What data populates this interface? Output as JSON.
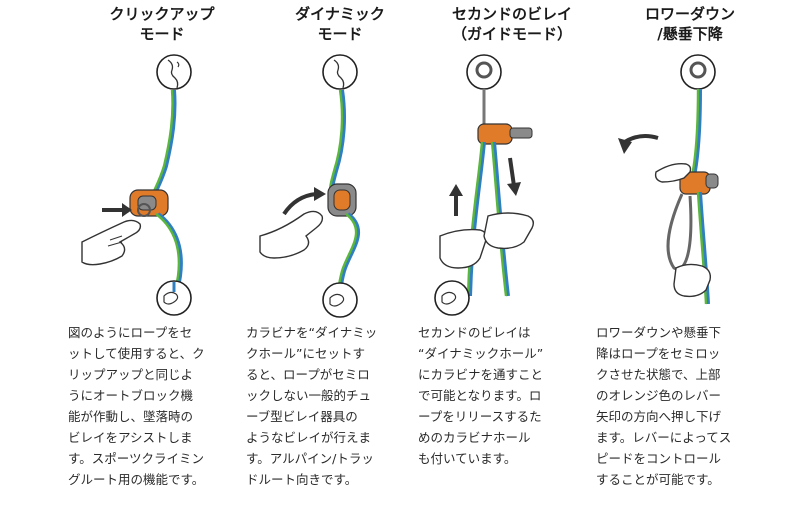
{
  "panels": [
    {
      "id": "click-up",
      "title": [
        "クリックアップ",
        "モード"
      ],
      "description": [
        "図のようにロープをセ",
        "ットして使用すると、ク",
        "リップアップと同じよ",
        "うにオートブロック機",
        "能が作動し、墜落時の",
        "ビレイをアシストしま",
        "す。スポーツクライミン",
        "グルート用の機能です。"
      ]
    },
    {
      "id": "dynamic",
      "title": [
        "ダイナミック",
        "モード"
      ],
      "description": [
        "カラビナを“ダイナミッ",
        "クホール”にセットす",
        "ると、ロープがセミロ",
        "ックしない一般的チュ",
        "ーブ型ビレイ器具の",
        "ようなビレイが行えま",
        "す。アルパイン/トラッ",
        "ドルート向きです。"
      ]
    },
    {
      "id": "second-belay",
      "title": [
        "セカンドのビレイ",
        "（ガイドモード）"
      ],
      "description": [
        "セカンドのビレイは",
        "“ダイナミックホール”",
        "にカラビナを通すこと",
        "で可能となります。ロ",
        "ープをリリースするた",
        "めのカラビナホール",
        "も付いています。"
      ]
    },
    {
      "id": "lower-down",
      "title": [
        "ロワーダウン",
        "/懸垂下降"
      ],
      "description": [
        "ロワーダウンや懸垂下",
        "降はロープをセミロッ",
        "クさせた状態で、上部",
        "のオレンジ色のレバー",
        "矢印の方向へ押し下げ",
        "ます。レバーによってス",
        "ピードをコントロール",
        "することが可能です。"
      ]
    }
  ],
  "colors": {
    "rope_green": "#5bb63c",
    "rope_blue": "#2f7fc1",
    "device_orange": "#e07b2a",
    "device_gray": "#6e6e6e",
    "arrow": "#333333"
  }
}
